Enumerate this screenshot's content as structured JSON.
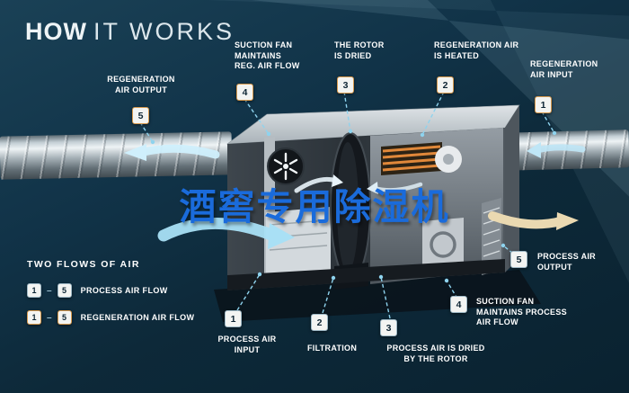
{
  "title": {
    "bold": "HOW",
    "light": "IT WORKS"
  },
  "overlay": {
    "text": "酒窖专用除湿机",
    "color": "#1a6bdb"
  },
  "legend": {
    "heading": "TWO FLOWS OF AIR",
    "rows": [
      {
        "from": "1",
        "to": "5",
        "label": "PROCESS AIR FLOW"
      },
      {
        "from": "1",
        "to": "5",
        "label": "REGENERATION AIR FLOW"
      }
    ]
  },
  "callouts": {
    "regen_output": {
      "number": "5",
      "label": "REGENERATION\nAIR OUTPUT"
    },
    "regen_fan": {
      "number": "4",
      "label": "SUCTION FAN\nMAINTAINS\nREG. AIR FLOW"
    },
    "rotor_dried": {
      "number": "3",
      "label": "THE ROTOR\nIS DRIED"
    },
    "regen_heated": {
      "number": "2",
      "label": "REGENERATION AIR\nIS HEATED"
    },
    "regen_input": {
      "number": "1",
      "label": "REGENERATION\nAIR INPUT"
    },
    "process_output": {
      "number": "5",
      "label": "PROCESS AIR\nOUTPUT"
    },
    "process_fan": {
      "number": "4",
      "label": "SUCTION FAN\nMAINTAINS PROCESS\nAIR FLOW"
    },
    "process_input": {
      "number": "1",
      "label": "PROCESS AIR\nINPUT"
    },
    "filtration": {
      "number": "2",
      "label": "FILTRATION"
    },
    "process_dried": {
      "number": "3",
      "label": "PROCESS AIR IS DRIED\nBY THE ROTOR"
    }
  },
  "colors": {
    "background": "#0d2939",
    "overlay_text": "#1a6bdb",
    "connector": "#8ed3ee",
    "badge_bg": "#f3f4f2",
    "badge_number": "#0d2433",
    "badge_border_regeneration": "#d79a4e",
    "badge_border_process": "#9fb9c6",
    "process_air_arrow": "#a9e0f5",
    "regeneration_air_arrow": "#ead9b1",
    "heater": "#e0883a"
  }
}
